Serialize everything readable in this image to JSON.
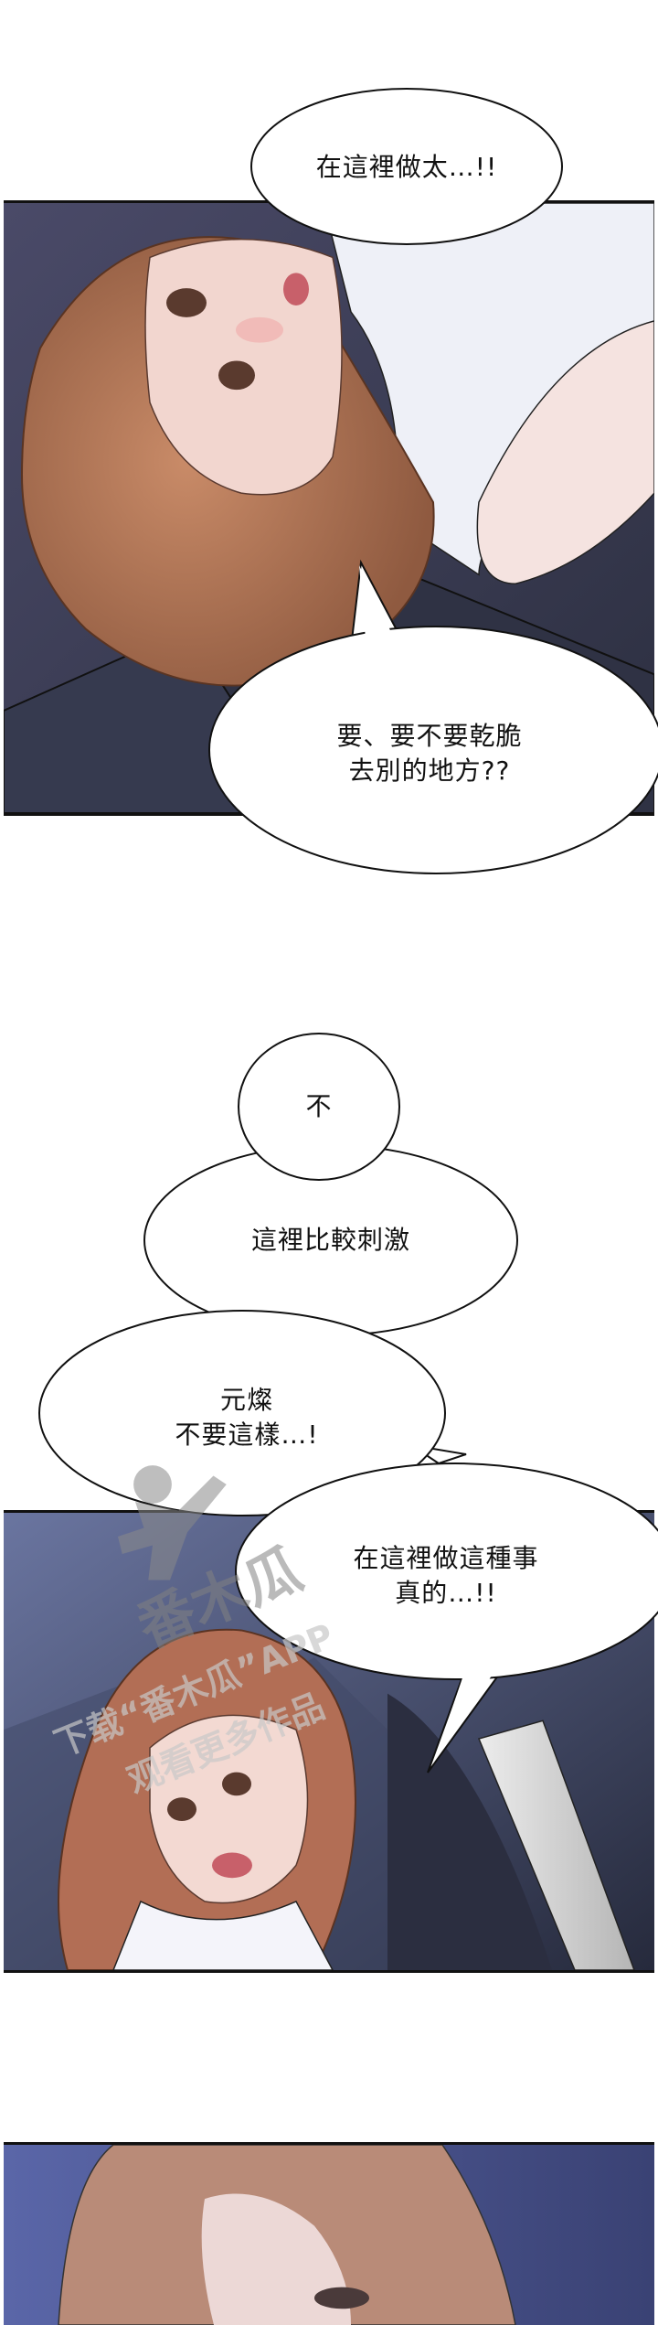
{
  "comic": {
    "panels": [
      {
        "id": "panel-1",
        "description": "Woman with auburn hair lying upside-down on dark car seat, blushing",
        "colors": {
          "background": "#3c3f55",
          "hair": "#b07a5a",
          "skin": "#f2d6cf",
          "shirt": "#eef0f7"
        }
      },
      {
        "id": "panel-2",
        "description": "Woman in car interior looking up in surprise, seat belt in foreground",
        "colors": {
          "background": "#4a5578",
          "hair": "#b26e55",
          "skin": "#f3d9d2",
          "shirt": "#f4f4fa"
        }
      },
      {
        "id": "panel-3",
        "description": "Close-up of woman's face and hair, partially visible",
        "colors": {
          "background": "#46508a",
          "hair": "#b98b78",
          "skin": "#ecd8d6"
        }
      }
    ],
    "bubbles": [
      {
        "id": "bubble-1",
        "lines": [
          "在這裡做太…!!"
        ]
      },
      {
        "id": "bubble-2",
        "lines": [
          "要、要不要乾脆",
          "去別的地方??"
        ]
      },
      {
        "id": "bubble-3",
        "lines": [
          "不"
        ]
      },
      {
        "id": "bubble-4",
        "lines": [
          "這裡比較刺激"
        ]
      },
      {
        "id": "bubble-5",
        "lines": [
          "元燦",
          "不要這樣…!"
        ]
      },
      {
        "id": "bubble-6",
        "lines": [
          "在這裡做這種事",
          "真的…!!"
        ]
      }
    ],
    "watermark": {
      "logo_text": "番木瓜",
      "line1": "下载“番木瓜”APP",
      "line2": "观看更多作品"
    }
  }
}
